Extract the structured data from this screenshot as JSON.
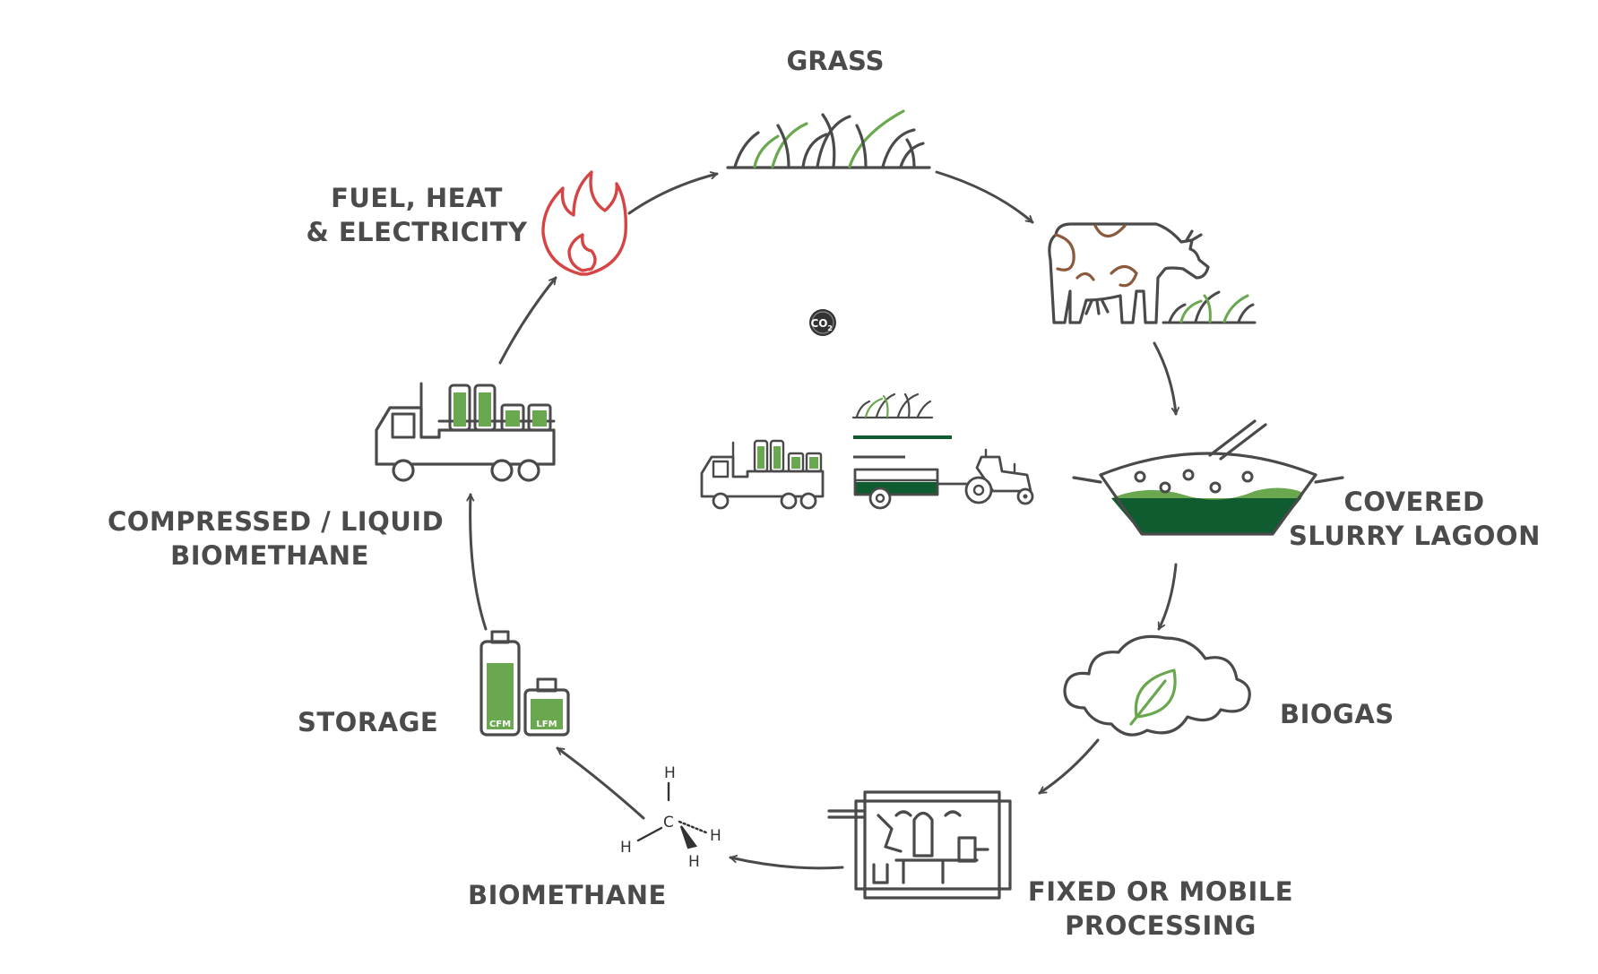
{
  "labels": {
    "grass": "GRASS",
    "fuel_heat_line1": "FUEL, HEAT",
    "fuel_heat_line2": "& ELECTRICITY",
    "lagoon_line1": "COVERED",
    "lagoon_line2": "SLURRY LAGOON",
    "biogas": "BIOGAS",
    "processing_line1": "FIXED OR MOBILE",
    "processing_line2": "PROCESSING",
    "biomethane": "BIOMETHANE",
    "storage": "STORAGE",
    "compressed_line1": "COMPRESSED / LIQUID",
    "compressed_line2": "BIOMETHANE"
  },
  "icon_text": {
    "co2": "CO",
    "co2_sub": "2",
    "cfm": "CFM",
    "lfm": "LFM",
    "atom_c": "C",
    "atom_h_top": "H",
    "atom_h_left": "H",
    "atom_h_right": "H",
    "atom_h_bottom": "H"
  },
  "colors": {
    "outline": "#4a4a4a",
    "text": "#4b4b4b",
    "green_light": "#6aa84f",
    "green_dark": "#0e5c2f",
    "flame": "#d64545",
    "cow_spots": "#8b5a3c"
  }
}
